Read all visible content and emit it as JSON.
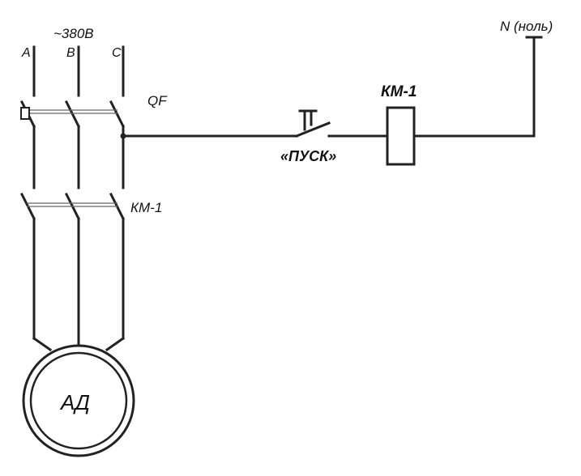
{
  "labels": {
    "voltage": "~380В",
    "phase_a": "A",
    "phase_b": "B",
    "phase_c": "C",
    "breaker": "QF",
    "contactor_contacts": "КМ-1",
    "start_button": "«ПУСК»",
    "coil": "КМ-1",
    "neutral": "N (ноль)",
    "motor": "АД"
  }
}
